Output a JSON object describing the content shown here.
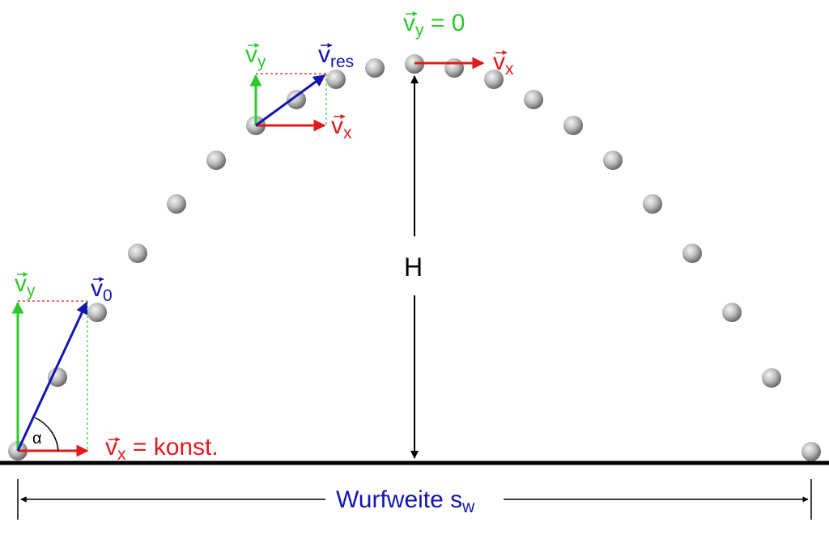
{
  "colors": {
    "vy": "#2ec82e",
    "vx": "#e01b1b",
    "v0": "#1515b0",
    "black": "#000000",
    "ball_dark": "#5a5a5a",
    "ball_light": "#f0f0f0"
  },
  "labels": {
    "vy_start": "v",
    "vy_start_sub": "y",
    "v0": "v",
    "v0_sub": "0",
    "alpha": "α",
    "vx_start": "v",
    "vx_start_sub": "x",
    "vx_start_suffix": " = konst.",
    "vy_mid": "v",
    "vy_mid_sub": "y",
    "vres": "v",
    "vres_sub": "res",
    "vx_mid": "v",
    "vx_mid_sub": "x",
    "vy_top": "v",
    "vy_top_sub": "y",
    "vy_top_suffix": " = 0",
    "vx_top": "v",
    "vx_top_sub": "x",
    "height": "H",
    "range": "Wurfweite  s",
    "range_sub": "w"
  }
}
